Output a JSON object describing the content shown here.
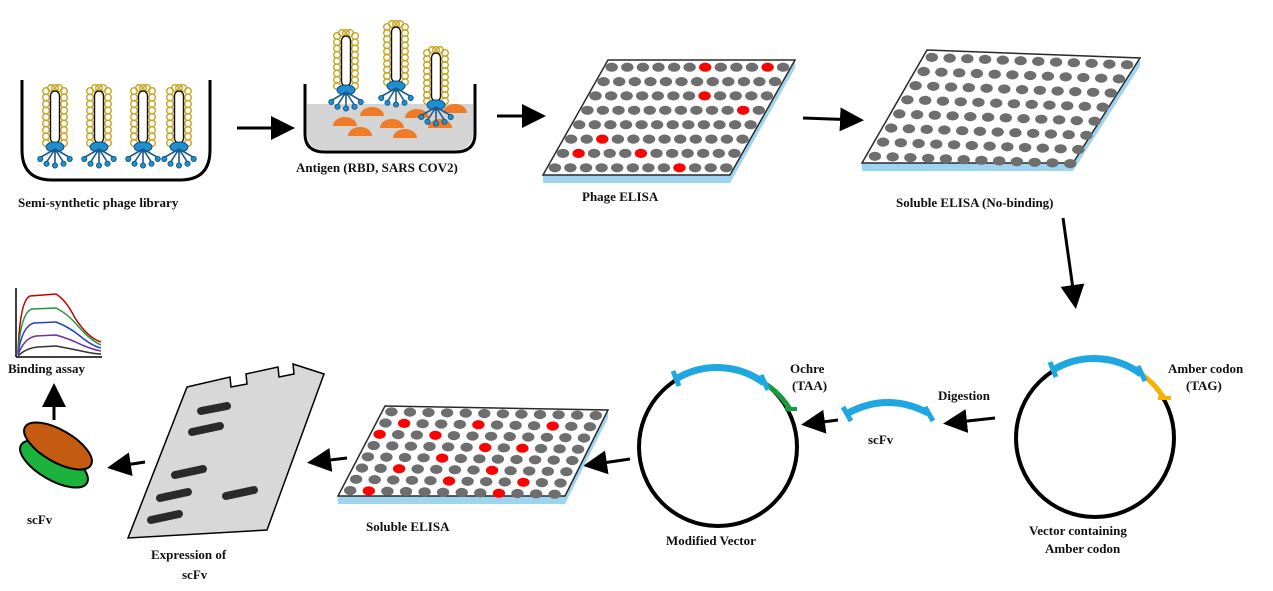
{
  "labels": {
    "library": "Semi-synthetic phage library",
    "antigen": "Antigen (RBD, SARS COV2)",
    "phage_elisa": "Phage ELISA",
    "soluble_nobinding": "Soluble ELISA (No-binding)",
    "amber_codon_1": "Amber codon",
    "amber_codon_2": "(TAG)",
    "vector_amber_1": "Vector containing",
    "vector_amber_2": "Amber codon",
    "digestion": "Digestion",
    "scfv_fragment": "scFv",
    "ochre_1": "Ochre",
    "ochre_2": "(TAA)",
    "modified_vector": "Modified Vector",
    "soluble_elisa": "Soluble ELISA",
    "expression_1": "Expression of",
    "expression_2": "scFv",
    "binding_assay": "Binding assay",
    "scfv_final": "scFv"
  },
  "colors": {
    "well_gray": "#6e6e6e",
    "well_hit": "#ff0000",
    "plate_edge": "#9ed4f0",
    "vector_segment": "#1ea7e1",
    "amber_insert": "#f4b400",
    "ochre_insert": "#1a9a3c",
    "beaker_fill": "#d4d4d4",
    "antigen": "#f07b26",
    "phage_coat": "#c8a520",
    "phage_base": "#1e8fd0",
    "scfv_vh": "#c55a11",
    "scfv_vl": "#1bb33c"
  },
  "plates": {
    "phage_elisa": {
      "rows": 8,
      "cols": 12,
      "hits": [
        [
          0,
          6
        ],
        [
          0,
          10
        ],
        [
          2,
          7
        ],
        [
          3,
          10
        ],
        [
          5,
          2
        ],
        [
          6,
          1
        ],
        [
          6,
          5
        ],
        [
          7,
          8
        ]
      ]
    },
    "soluble_nobinding": {
      "rows": 8,
      "cols": 12,
      "hits": []
    },
    "soluble_elisa": {
      "rows": 8,
      "cols": 12,
      "hits": [
        [
          1,
          1
        ],
        [
          1,
          5
        ],
        [
          1,
          9
        ],
        [
          2,
          0
        ],
        [
          2,
          3
        ],
        [
          3,
          6
        ],
        [
          3,
          8
        ],
        [
          4,
          4
        ],
        [
          5,
          2
        ],
        [
          5,
          7
        ],
        [
          6,
          5
        ],
        [
          6,
          9
        ],
        [
          7,
          1
        ],
        [
          7,
          8
        ]
      ]
    }
  }
}
